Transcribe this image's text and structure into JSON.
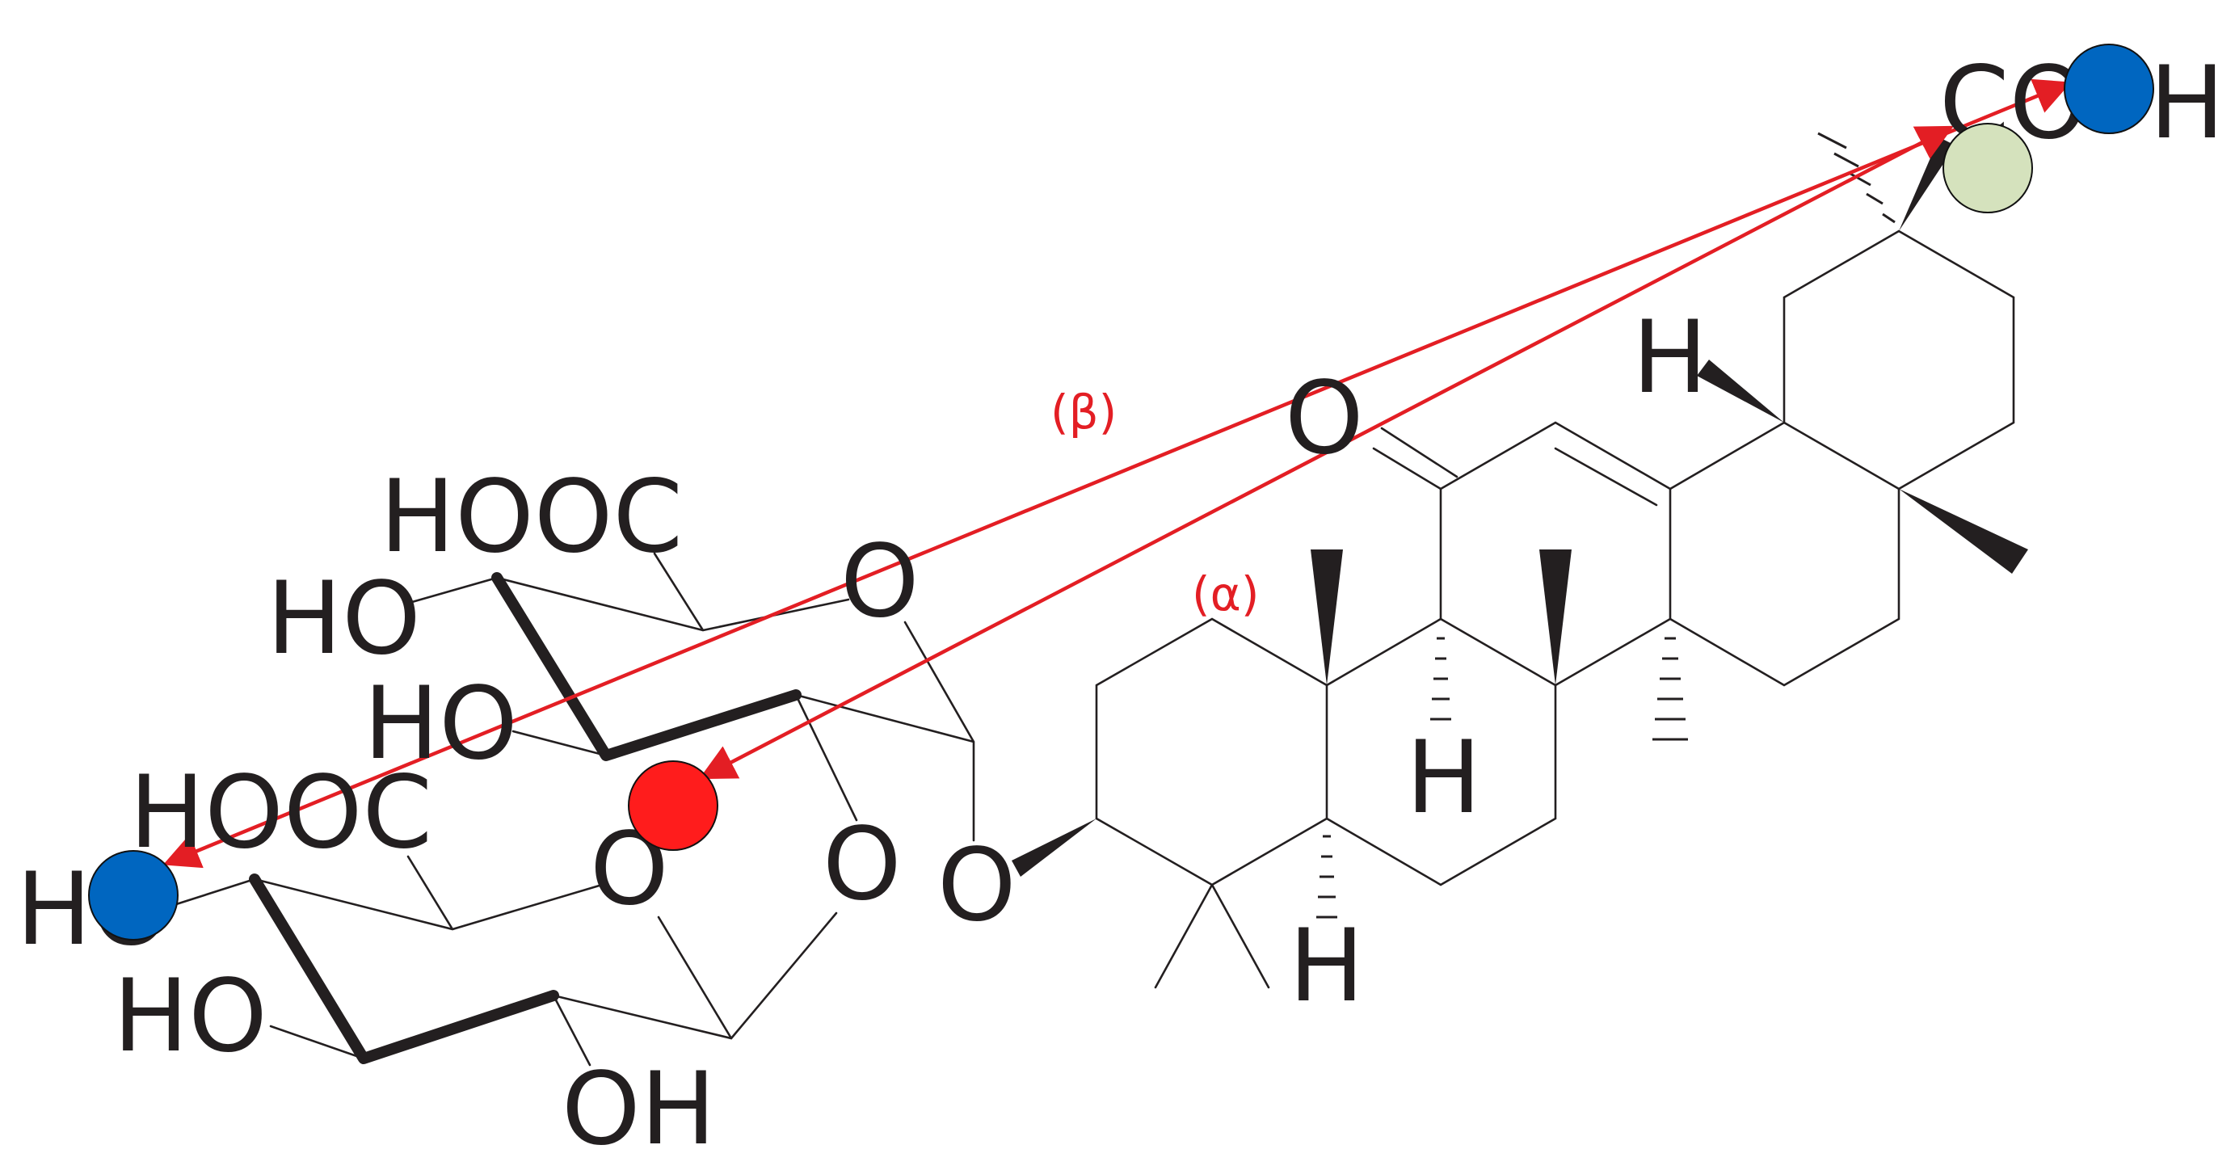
{
  "labels": {
    "cooh_co": "CO",
    "cooh_h": "H",
    "h_upper": "H",
    "oxo": "O",
    "beta": "(β)",
    "alpha": "(α)",
    "hooc_upper": "HOOC",
    "o_glycosidic": "O",
    "ho_upper": "HO",
    "ho_middle": "HO",
    "hooc_lower": "HOOC",
    "ho_lower_left": "HO",
    "o_ring_lower": "O",
    "o_ring_upper": "O",
    "o_aglycone": "O",
    "ho_bottom": "HO",
    "oh_bottom": "OH",
    "h_mid": "H",
    "h_bottom": "H"
  },
  "markers": [
    {
      "name": "blue-marker-top-right",
      "color": "#0066c0"
    },
    {
      "name": "green-marker",
      "color": "#d5e2bd"
    },
    {
      "name": "red-marker",
      "color": "#ff1c1c"
    },
    {
      "name": "blue-marker-left",
      "color": "#0066c0"
    }
  ],
  "colors": {
    "ink": "#231f20",
    "arrow": "#e31e24"
  }
}
